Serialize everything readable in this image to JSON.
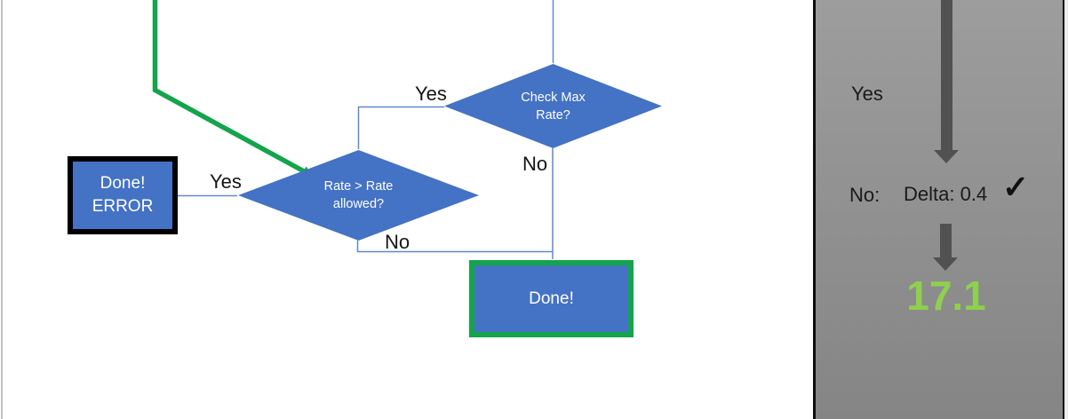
{
  "flowchart": {
    "decision1": {
      "label": "Check Max Rate?",
      "yes_label": "Yes",
      "no_label": "No"
    },
    "decision2": {
      "label": "Rate > Rate allowed?",
      "yes_label": "Yes",
      "no_label": "No"
    },
    "error_box": {
      "line1": "Done!",
      "line2": "ERROR"
    },
    "done_box": {
      "label": "Done!"
    }
  },
  "panel": {
    "yes_label": "Yes",
    "no_label": "No:",
    "delta_label": "Delta: 0.4",
    "check_icon": "✓",
    "result_value": "17.1"
  },
  "colors": {
    "shape_blue": "#4472C4",
    "flow_green": "#13A44C",
    "result_green": "#8FD04E",
    "arrow_gray": "#515151",
    "connector_blue": "#5F89CC"
  }
}
